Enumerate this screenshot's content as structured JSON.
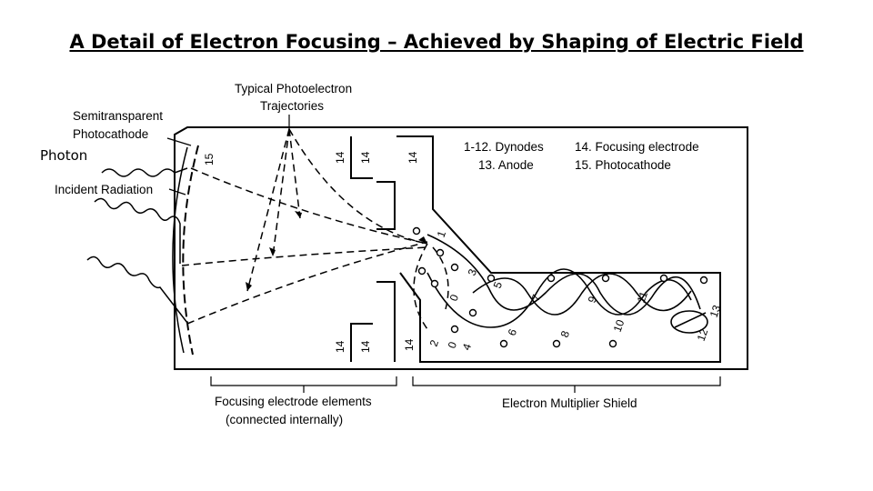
{
  "title": "A Detail of Electron Focusing – Achieved by Shaping of Electric Field",
  "labels": {
    "typical1": "Typical Photoelectron",
    "typical2": "Trajectories",
    "semi1": "Semitransparent",
    "semi2": "Photocathode",
    "photon": "Photon",
    "incident": "Incident Radiation",
    "legend1a": "1-12. Dynodes",
    "legend1b": "13. Anode",
    "legend2a": "14. Focusing electrode",
    "legend2b": "15. Photocathode",
    "focusing1": "Focusing electrode elements",
    "focusing2": "(connected internally)",
    "shield": "Electron Multiplier Shield"
  },
  "numbers": {
    "n15": "15",
    "n14a": "14",
    "n14b": "14",
    "n14c": "14",
    "n14d": "14",
    "n14e": "14",
    "n14f": "14",
    "d1": "1",
    "d2": "2",
    "d3": "3",
    "d4": "4",
    "d5": "5",
    "d6": "6",
    "d7": "7",
    "d8": "8",
    "d9": "9",
    "d10": "10",
    "d11": "11",
    "d12": "12",
    "d13": "13",
    "d0a": "0",
    "d0b": "0"
  }
}
